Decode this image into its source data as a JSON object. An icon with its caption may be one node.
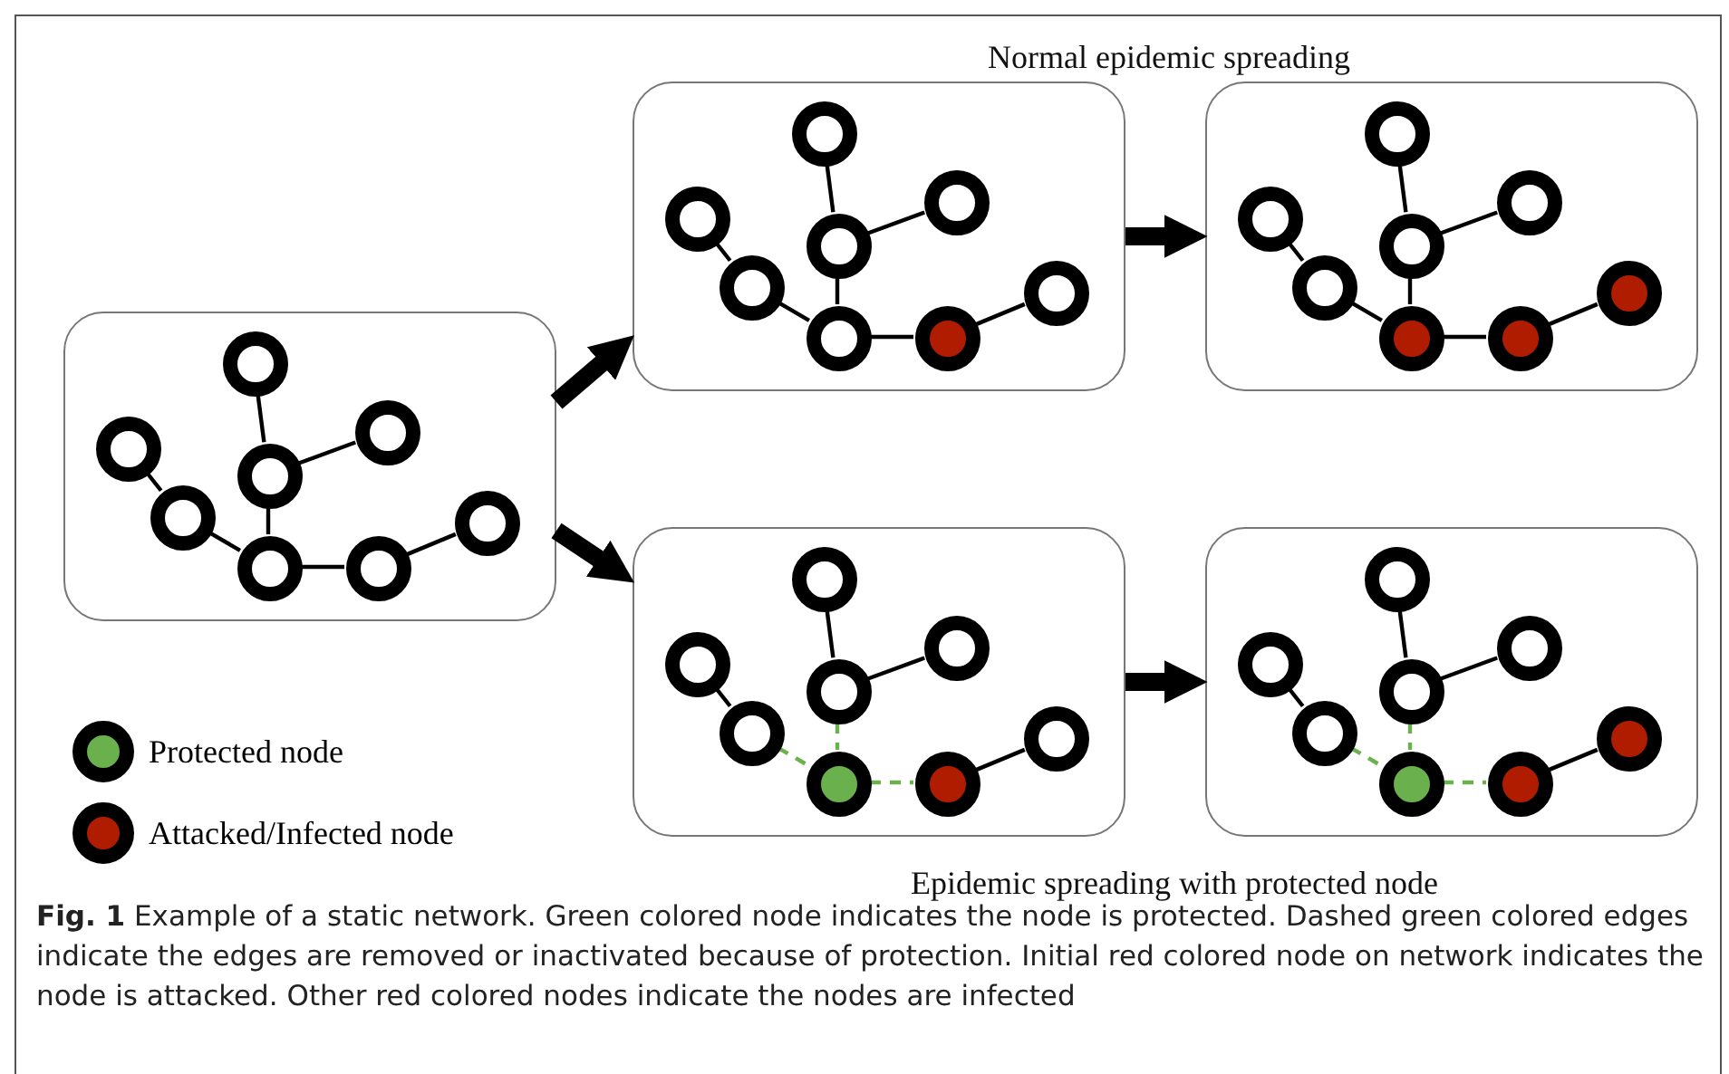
{
  "diagram": {
    "caption": "**Fig. 1** Example of a static network. Green colored node indicates the node is protected. Dashed green colored edges indicate the edges are removed or inactivated because of protection. Initial red colored node on network indicates the node is attacked. Other red colored nodes indicate the nodes are infected",
    "nodes": [
      {
        "text": [],
        "shape": "box"
      },
      {
        "text": [],
        "shape": "circle",
        "in": 0
      },
      {
        "text": [],
        "shape": "circle",
        "in": 0
      },
      {
        "text": [],
        "shape": "circle",
        "in": 0
      },
      {
        "text": [],
        "shape": "circle",
        "in": 0
      },
      {
        "text": [],
        "shape": "circle",
        "in": 0
      },
      {
        "text": [],
        "shape": "circle",
        "in": 0
      },
      {
        "text": [],
        "shape": "circle",
        "in": 0
      },
      {
        "text": [],
        "shape": "circle",
        "in": 0
      },
      {
        "text": [],
        "shape": "box"
      },
      {
        "text": [],
        "shape": "circle",
        "in": 9
      },
      {
        "text": [],
        "shape": "circle",
        "in": 9
      },
      {
        "text": [],
        "shape": "circle",
        "in": 9
      },
      {
        "text": [],
        "shape": "circle",
        "in": 9
      },
      {
        "text": [],
        "shape": "circle",
        "in": 9
      },
      {
        "text": [],
        "shape": "circle",
        "in": 9
      },
      {
        "text": [],
        "shape": "circle",
        "in": 9
      },
      {
        "text": [],
        "shape": "circle",
        "in": 9
      },
      {
        "text": [],
        "shape": "box"
      },
      {
        "text": [],
        "shape": "circle",
        "in": 18
      },
      {
        "text": [],
        "shape": "circle",
        "in": 18
      },
      {
        "text": [],
        "shape": "circle",
        "in": 18
      },
      {
        "text": [],
        "shape": "circle",
        "in": 18
      },
      {
        "text": [],
        "shape": "circle",
        "in": 18
      },
      {
        "text": [],
        "shape": "circle",
        "in": 18
      },
      {
        "text": [],
        "shape": "circle",
        "in": 18
      },
      {
        "text": [],
        "shape": "circle",
        "in": 18
      },
      {
        "text": [],
        "shape": "box"
      },
      {
        "text": [],
        "shape": "circle",
        "in": 27
      },
      {
        "text": [],
        "shape": "circle",
        "in": 27
      },
      {
        "text": [],
        "shape": "circle",
        "in": 27
      },
      {
        "text": [],
        "shape": "circle",
        "in": 27
      },
      {
        "text": [],
        "shape": "circle",
        "in": 27
      },
      {
        "text": [],
        "shape": "circle",
        "in": 27
      },
      {
        "text": [],
        "shape": "circle",
        "in": 27
      },
      {
        "text": [],
        "shape": "circle",
        "in": 27
      },
      {
        "text": [],
        "shape": "box"
      },
      {
        "text": [],
        "shape": "circle",
        "in": 36
      },
      {
        "text": [],
        "shape": "circle",
        "in": 36
      },
      {
        "text": [],
        "shape": "circle",
        "in": 36
      },
      {
        "text": [],
        "shape": "circle",
        "in": 36
      },
      {
        "text": [],
        "shape": "circle",
        "in": 36
      },
      {
        "text": [],
        "shape": "circle",
        "in": 36
      },
      {
        "text": [],
        "shape": "circle",
        "in": 36
      },
      {
        "text": [],
        "shape": "circle",
        "in": 36
      }
    ],
    "edges": [
      {
        "from": 1,
        "to": 4,
        "arrow": "none"
      },
      {
        "from": 4,
        "to": 2,
        "arrow": "none"
      },
      {
        "from": 4,
        "to": 7,
        "arrow": "none"
      },
      {
        "from": 3,
        "to": 5,
        "arrow": "none"
      },
      {
        "from": 5,
        "to": 7,
        "arrow": "none"
      },
      {
        "from": 7,
        "to": 8,
        "arrow": "none"
      },
      {
        "from": 8,
        "to": 6,
        "arrow": "none"
      },
      {
        "from": 10,
        "to": 13,
        "arrow": "none"
      },
      {
        "from": 13,
        "to": 11,
        "arrow": "none"
      },
      {
        "from": 13,
        "to": 16,
        "arrow": "none"
      },
      {
        "from": 12,
        "to": 14,
        "arrow": "none"
      },
      {
        "from": 14,
        "to": 16,
        "arrow": "none"
      },
      {
        "from": 16,
        "to": 17,
        "arrow": "none"
      },
      {
        "from": 17,
        "to": 15,
        "arrow": "none"
      },
      {
        "from": 19,
        "to": 22,
        "arrow": "none"
      },
      {
        "from": 22,
        "to": 20,
        "arrow": "none"
      },
      {
        "from": 22,
        "to": 25,
        "arrow": "none"
      },
      {
        "from": 21,
        "to": 23,
        "arrow": "none"
      },
      {
        "from": 23,
        "to": 25,
        "arrow": "none"
      },
      {
        "from": 25,
        "to": 26,
        "arrow": "none"
      },
      {
        "from": 26,
        "to": 24,
        "arrow": "none"
      },
      {
        "from": 28,
        "to": 31,
        "arrow": "none"
      },
      {
        "from": 31,
        "to": 29,
        "arrow": "none"
      },
      {
        "from": 31,
        "to": 34,
        "arrow": "none",
        "style": "dashed",
        "color": "#6ab04c"
      },
      {
        "from": 30,
        "to": 32,
        "arrow": "none"
      },
      {
        "from": 32,
        "to": 34,
        "arrow": "none",
        "style": "dashed",
        "color": "#6ab04c"
      },
      {
        "from": 34,
        "to": 35,
        "arrow": "none",
        "style": "dashed",
        "color": "#6ab04c"
      },
      {
        "from": 35,
        "to": 33,
        "arrow": "none"
      },
      {
        "from": 37,
        "to": 40,
        "arrow": "none"
      },
      {
        "from": 40,
        "to": 38,
        "arrow": "none"
      },
      {
        "from": 40,
        "to": 43,
        "arrow": "none",
        "style": "dashed",
        "color": "#6ab04c"
      },
      {
        "from": 39,
        "to": 41,
        "arrow": "none"
      },
      {
        "from": 41,
        "to": 43,
        "arrow": "none",
        "style": "dashed",
        "color": "#6ab04c"
      },
      {
        "from": 43,
        "to": 44,
        "arrow": "none",
        "style": "dashed",
        "color": "#6ab04c"
      },
      {
        "from": 44,
        "to": 42,
        "arrow": "none"
      },
      {
        "from": 0,
        "to": 9,
        "arrow": "to",
        "style": "thick"
      },
      {
        "from": 0,
        "to": 27,
        "arrow": "to",
        "style": "thick"
      },
      {
        "from": 9,
        "to": 18,
        "arrow": "to",
        "style": "thick"
      },
      {
        "from": 27,
        "to": 36,
        "arrow": "to",
        "style": "thick"
      }
    ],
    "labels": [
      "Normal epidemic spreading",
      "Epidemic spreading with protected node"
    ],
    "legend": [
      {
        "text": "Protected node",
        "color": "#6ab04c"
      },
      {
        "text": "Attacked/Infected node",
        "color": "#b01c00"
      }
    ]
  }
}
